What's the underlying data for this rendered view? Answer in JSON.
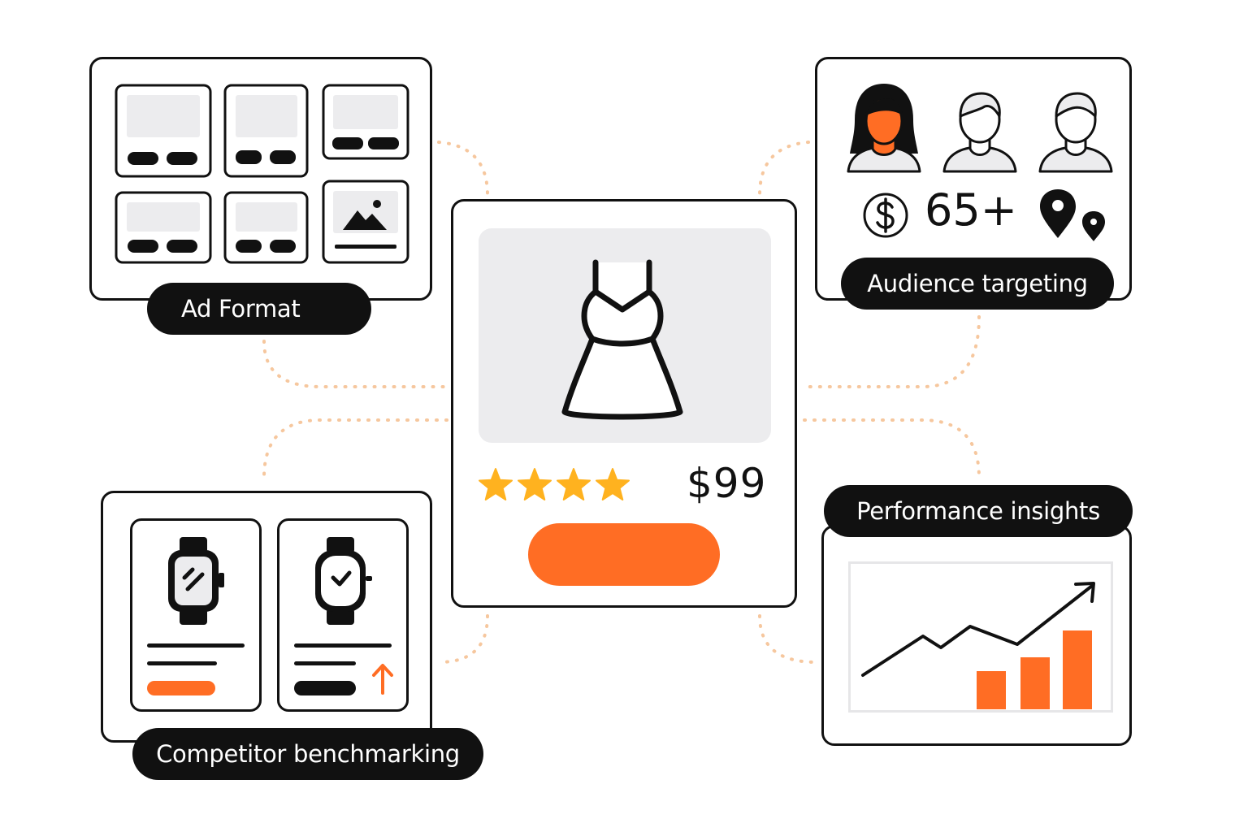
{
  "labels": {
    "ad_format": "Ad Format",
    "audience_targeting": "Audience targeting",
    "competitor_benchmarking": "Competitor benchmarking",
    "performance_insights": "Performance insights"
  },
  "product": {
    "price": "$99",
    "rating": 4,
    "rating_max": 4
  },
  "audience": {
    "age": "65+"
  },
  "colors": {
    "accent": "#ff6d24",
    "ink": "#111111",
    "connector": "#f6c79e",
    "placeholder": "#ececee"
  },
  "icons": [
    "dress-icon",
    "star-icon",
    "dollar-icon",
    "location-pin-icon",
    "person-icon",
    "watch-icon",
    "trend-arrow-icon",
    "image-icon"
  ]
}
